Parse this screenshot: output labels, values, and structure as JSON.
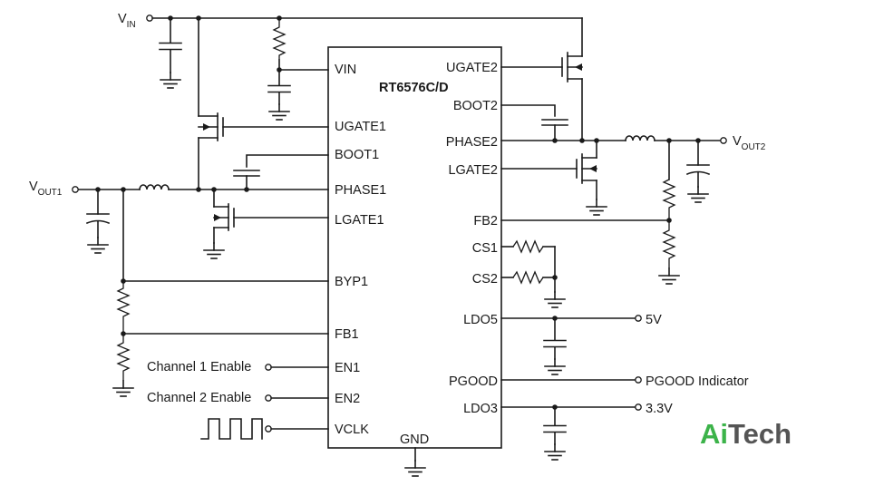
{
  "chip": {
    "name": "RT6576C/D",
    "pins_left": [
      "VIN",
      "UGATE1",
      "BOOT1",
      "PHASE1",
      "LGATE1",
      "BYP1",
      "FB1",
      "EN1",
      "EN2",
      "VCLK"
    ],
    "pins_right": [
      "UGATE2",
      "BOOT2",
      "PHASE2",
      "LGATE2",
      "FB2",
      "CS1",
      "CS2",
      "LDO5",
      "PGOOD",
      "LDO3"
    ],
    "pin_bottom": "GND"
  },
  "nets": {
    "vin_main": "V",
    "vin_sub": "IN",
    "vout1_main": "V",
    "vout1_sub": "OUT1",
    "vout2_main": "V",
    "vout2_sub": "OUT2",
    "ldo5_out": "5V",
    "pgood_out": "PGOOD Indicator",
    "ldo3_out": "3.3V",
    "en1_in": "Channel 1 Enable",
    "en2_in": "Channel 2 Enable"
  },
  "logo": {
    "part1": "Ai",
    "part2": "Tech",
    "color1": "#3cb34a",
    "color2": "#555555"
  }
}
